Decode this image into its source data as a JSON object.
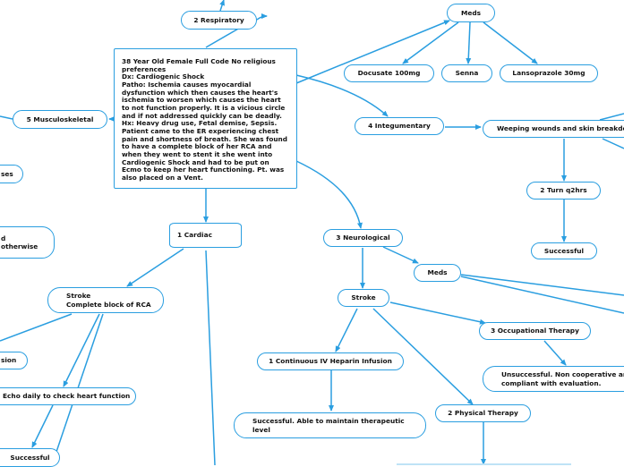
{
  "diagram": {
    "type": "concept-map",
    "accent_color": "#2a9ee0",
    "root": {
      "text": "38 Year Old Female Full Code No religious preferences\nDx: Cardiogenic Shock\nPatho: Ischemia causes myocardial dysfunction which then causes the heart's ischemia to worsen which causes the heart to not function properly. It is a vicious circle and if not addressed quickly can be deadly.\nHx: Heavy drug use, Fetal demise, Sepsis. Patient came to the ER experiencing chest pain and shortness of breath. She was found to have a complete block of her RCA and when they went to stent it she went into Cardiogenic Shock and had to be put on Ecmo to keep her heart functioning. Pt. was also placed on a Vent."
    },
    "nodes": {
      "respiratory": "2 Respiratory",
      "musculoskeletal": "5 Musculoskeletal",
      "partial_left_1": "ses",
      "partial_left_2": "d\notherwise",
      "cardiac": "1 Cardiac",
      "cardiac_stroke": "Stroke\nComplete block of RCA",
      "partial_left_3": "sion",
      "echo": "Echo daily to check heart function",
      "cardiac_successful": "Successful",
      "meds_top": "Meds",
      "docusate": "Docusate 100mg",
      "senna": "Senna",
      "lansoprazole": "Lansoprazole 30mg",
      "integumentary": "4 Integumentary",
      "weeping": "Weeping wounds and skin breakdown",
      "turn": "2 Turn q2hrs",
      "integ_successful": "Successful",
      "neurological": "3 Neurological",
      "neuro_meds": "Meds",
      "neuro_stroke": "Stroke",
      "heparin": "1 Continuous IV Heparin Infusion",
      "heparin_result": "Successful. Able to maintain therapeutic\nlevel",
      "occupational": "3 Occupational Therapy",
      "ot_result": "Unsuccessful. Non cooperative and\ncompliant with evaluation.",
      "physical": "2 Physical Therapy"
    }
  }
}
